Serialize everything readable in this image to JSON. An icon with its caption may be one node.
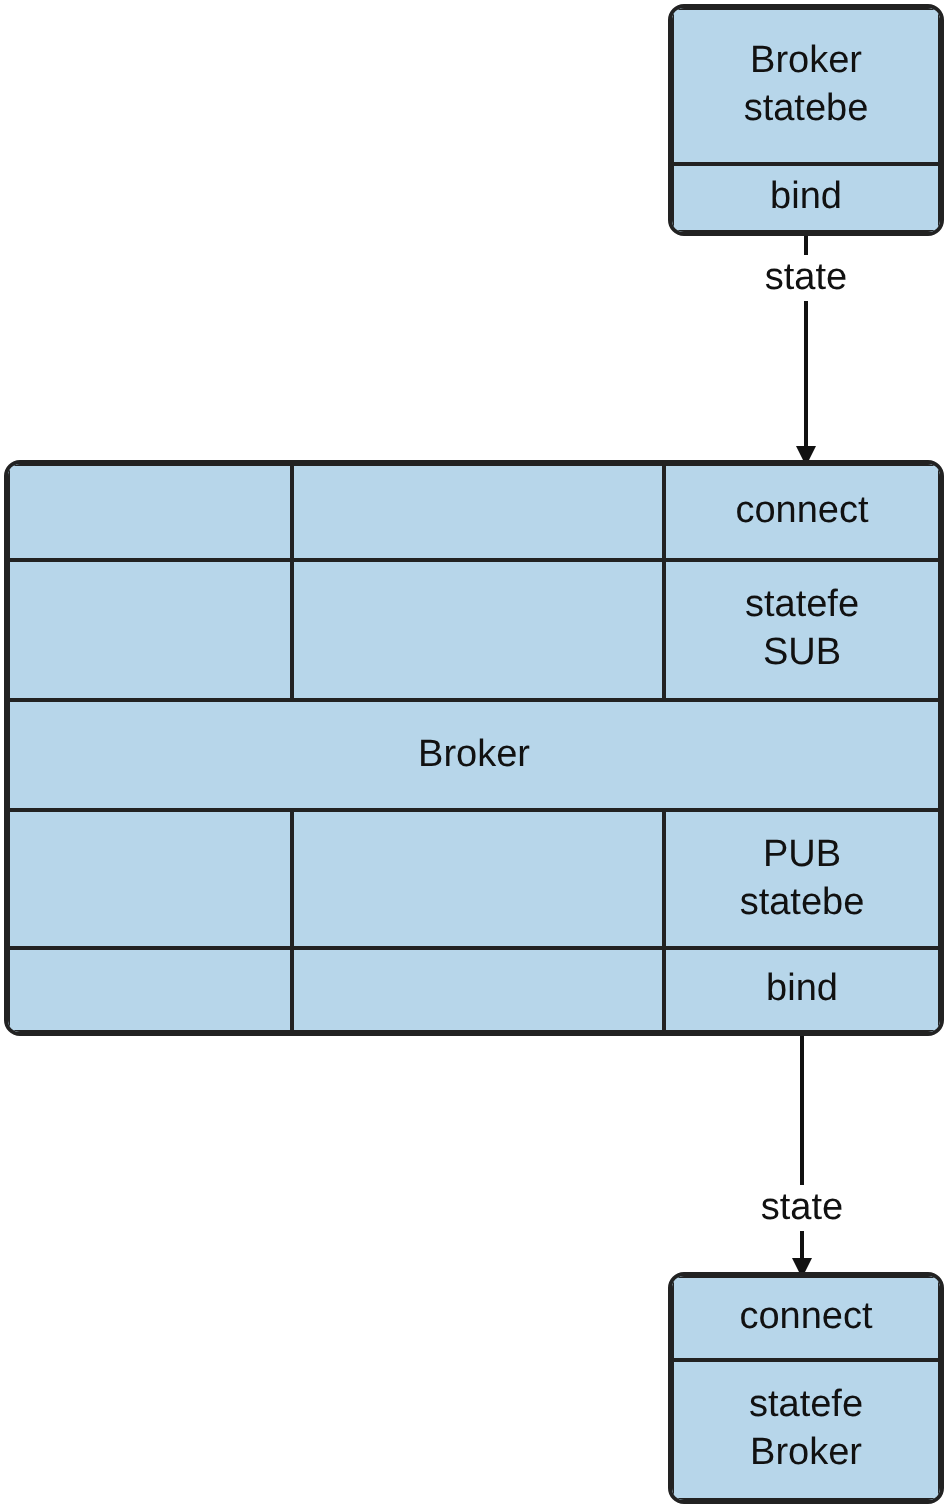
{
  "diagram": {
    "nodes": [
      {
        "text": [],
        "shape": "box"
      },
      {
        "text": [
          "Broker statebe"
        ],
        "in": 0
      },
      {
        "text": [
          "bind"
        ],
        "in": 0
      },
      {
        "text": [],
        "shape": "box"
      },
      {
        "text": [],
        "shape": "box",
        "in": 3
      },
      {
        "text": [],
        "shape": "box",
        "in": 3
      },
      {
        "text": [
          "connect"
        ],
        "in": 3
      },
      {
        "text": [],
        "shape": "box",
        "in": 3
      },
      {
        "text": [],
        "shape": "box",
        "in": 3
      },
      {
        "text": [
          "statefe SUB"
        ],
        "in": 3
      },
      {
        "text": [
          "Broker"
        ],
        "in": 3
      },
      {
        "text": [],
        "shape": "box",
        "in": 3
      },
      {
        "text": [],
        "shape": "box",
        "in": 3
      },
      {
        "text": [
          "PUB statebe"
        ],
        "in": 3
      },
      {
        "text": [],
        "shape": "box",
        "in": 3
      },
      {
        "text": [],
        "shape": "box",
        "in": 3
      },
      {
        "text": [
          "bind"
        ],
        "in": 3
      },
      {
        "text": [],
        "shape": "box"
      },
      {
        "text": [
          "connect"
        ],
        "in": 17
      },
      {
        "text": [
          "statefe Broker"
        ],
        "in": 17
      }
    ],
    "edges": [
      {
        "from": 2,
        "to": 6,
        "arrow": "to",
        "label": "state"
      },
      {
        "from": 16,
        "to": 18,
        "arrow": "to",
        "label": "state"
      }
    ]
  }
}
